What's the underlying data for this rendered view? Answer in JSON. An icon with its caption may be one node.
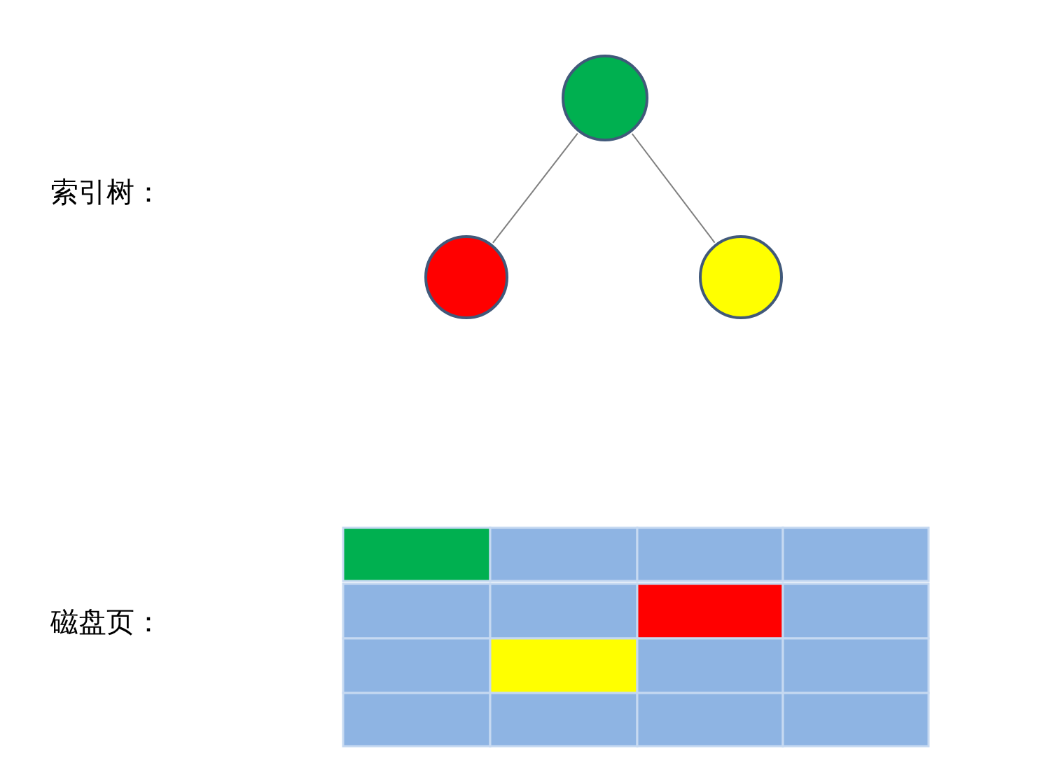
{
  "diagram": {
    "nodes": [
      {
        "text": [],
        "shape": "circle"
      },
      {
        "text": [],
        "shape": "circle"
      },
      {
        "text": [],
        "shape": "circle"
      }
    ],
    "edges": [
      {
        "from": 0,
        "to": 1,
        "arrow": "none"
      },
      {
        "from": 0,
        "to": 2,
        "arrow": "none"
      }
    ],
    "labels": [
      "索引树：",
      "磁盘页："
    ]
  }
}
